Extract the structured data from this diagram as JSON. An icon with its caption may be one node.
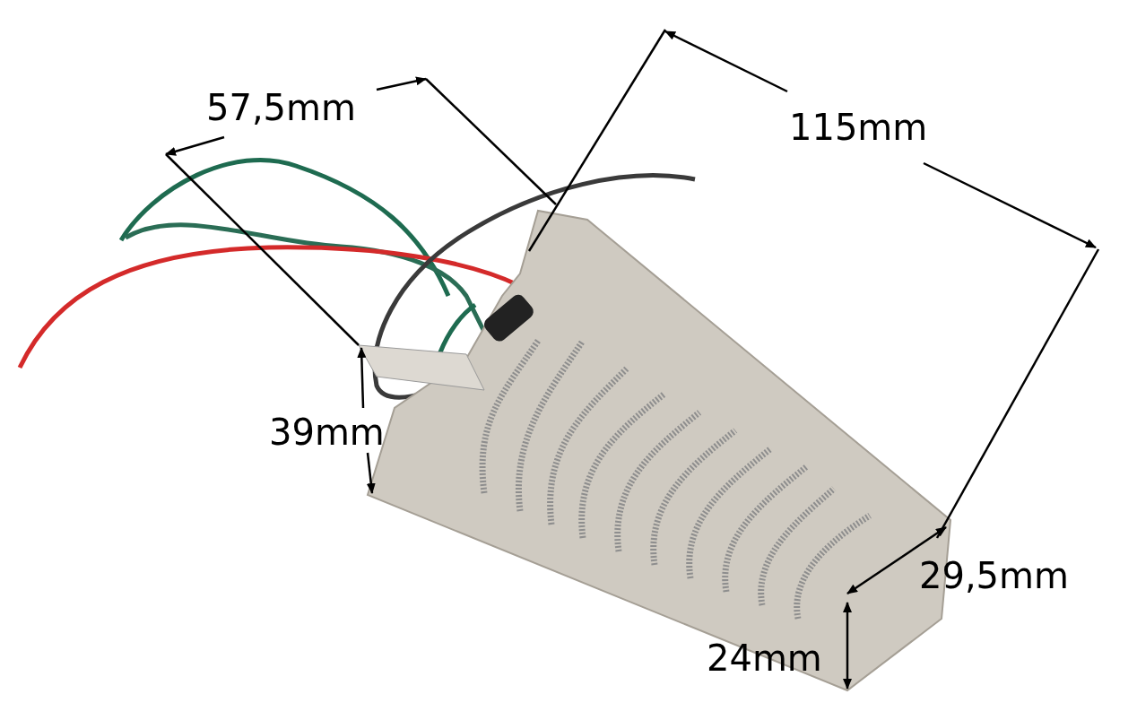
{
  "diagram": {
    "labels": [
      "57,5mm",
      "115mm",
      "39mm",
      "29,5mm",
      "24mm"
    ]
  }
}
